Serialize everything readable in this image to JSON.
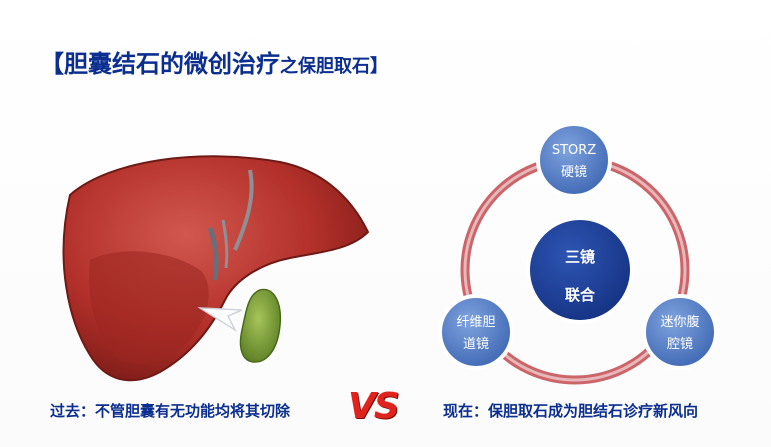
{
  "title": {
    "main": "【胆囊结石的微创治疗",
    "sub": "之保胆取石】"
  },
  "left_caption": "过去：不管胆囊有无功能均将其切除",
  "vs_label": "VS",
  "right_caption": "现在：保胆取石成为胆结石诊疗新风向",
  "diagram": {
    "center": {
      "line1": "三镜",
      "line2": "联合"
    },
    "nodes": [
      {
        "line1": "STORZ",
        "line2": "硬镜"
      },
      {
        "line1": "迷你腹",
        "line2": "腔镜"
      },
      {
        "line1": "纤维胆",
        "line2": "道镜"
      }
    ]
  },
  "colors": {
    "title_blue": "#0b2e8f",
    "vs_red": "#e1231d",
    "ring_red": "#c24a4f",
    "node_blue": "#4f7fc9",
    "center_navy": "#1e3f9a",
    "liver": "#b8322b",
    "gallbladder": "#7ea23a"
  }
}
